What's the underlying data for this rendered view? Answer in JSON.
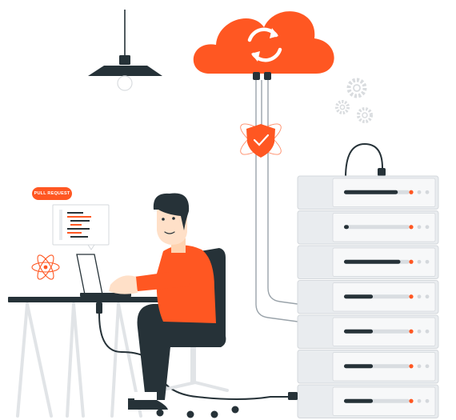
{
  "illustration": {
    "badge_text": "PULL REQUEST",
    "server_units": 7,
    "server_fill_levels": [
      0.82,
      0.06,
      0.86,
      0.44,
      0.44,
      0.44,
      0.44
    ]
  },
  "colors": {
    "accent": "#ff5722",
    "dark": "#263238",
    "server_body": "#e9ecef",
    "server_panel": "#f7f8f9",
    "outline": "#d4d8dc",
    "gray_icon": "#d9dcdf"
  },
  "icons": [
    "cloud-sync-icon",
    "shield-check-icon",
    "atom-icon",
    "gear-icon",
    "pendant-lamp-icon"
  ]
}
